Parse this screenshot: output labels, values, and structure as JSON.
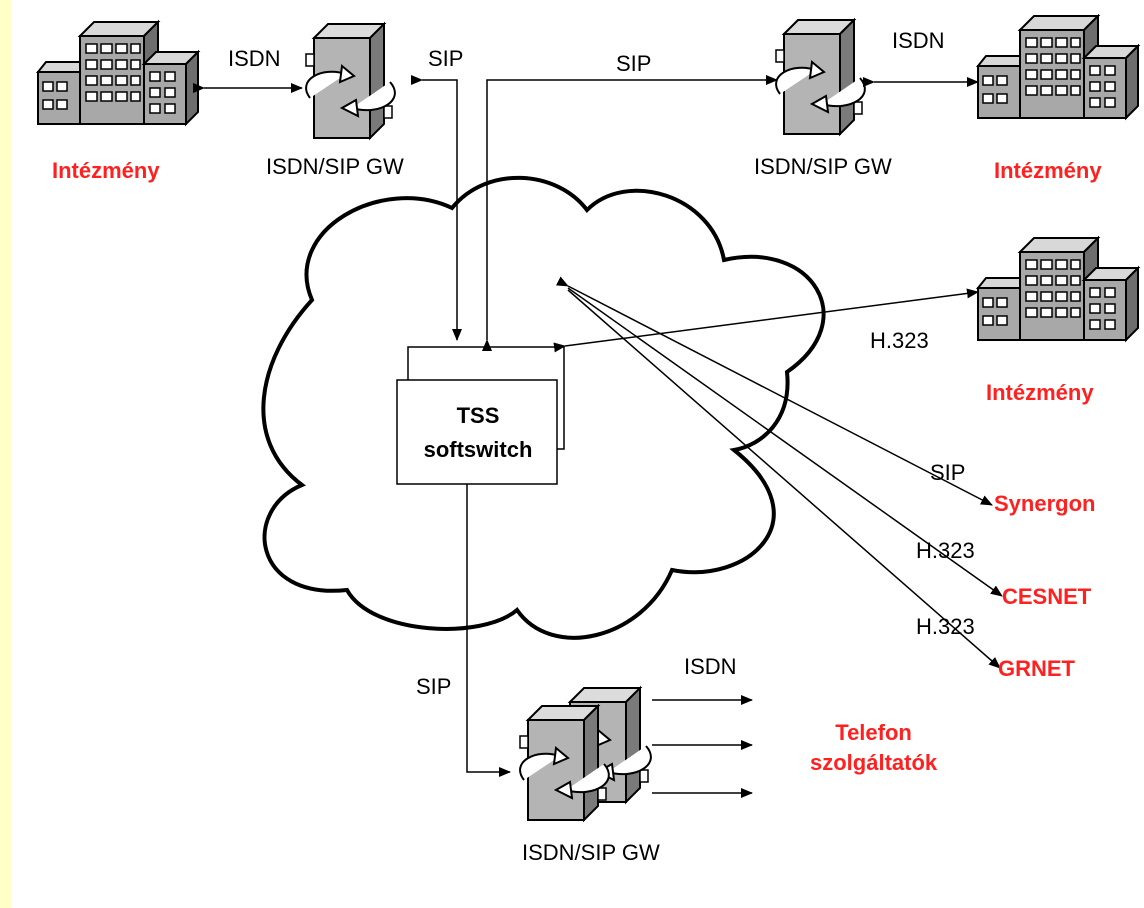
{
  "building_labels": {
    "top_left": "Intézmény",
    "top_right": "Intézmény",
    "right": "Intézmény"
  },
  "gateway_labels": {
    "top_left": "ISDN/SIP GW",
    "top_right": "ISDN/SIP GW",
    "bottom": "ISDN/SIP GW"
  },
  "link_labels": {
    "isdn_top_left": "ISDN",
    "sip_top_left": "SIP",
    "sip_top_center": "SIP",
    "isdn_top_right": "ISDN",
    "h323_right_building": "H.323",
    "sip_synergon": "SIP",
    "h323_cesnet": "H.323",
    "h323_grnet": "H.323",
    "sip_bottom": "SIP",
    "isdn_bottom": "ISDN"
  },
  "softswitch": {
    "line1": "TSS",
    "line2": "softswitch"
  },
  "partners": {
    "synergon": "Synergon",
    "cesnet": "CESNET",
    "grnet": "GRNET"
  },
  "providers": {
    "line1": "Telefon",
    "line2": "szolgáltatók"
  },
  "colors": {
    "page_border": "#ffffc8",
    "red_label": "#ff2020",
    "building_fill": "#a8a8a8",
    "gateway_fill": "#b4b4b4"
  }
}
